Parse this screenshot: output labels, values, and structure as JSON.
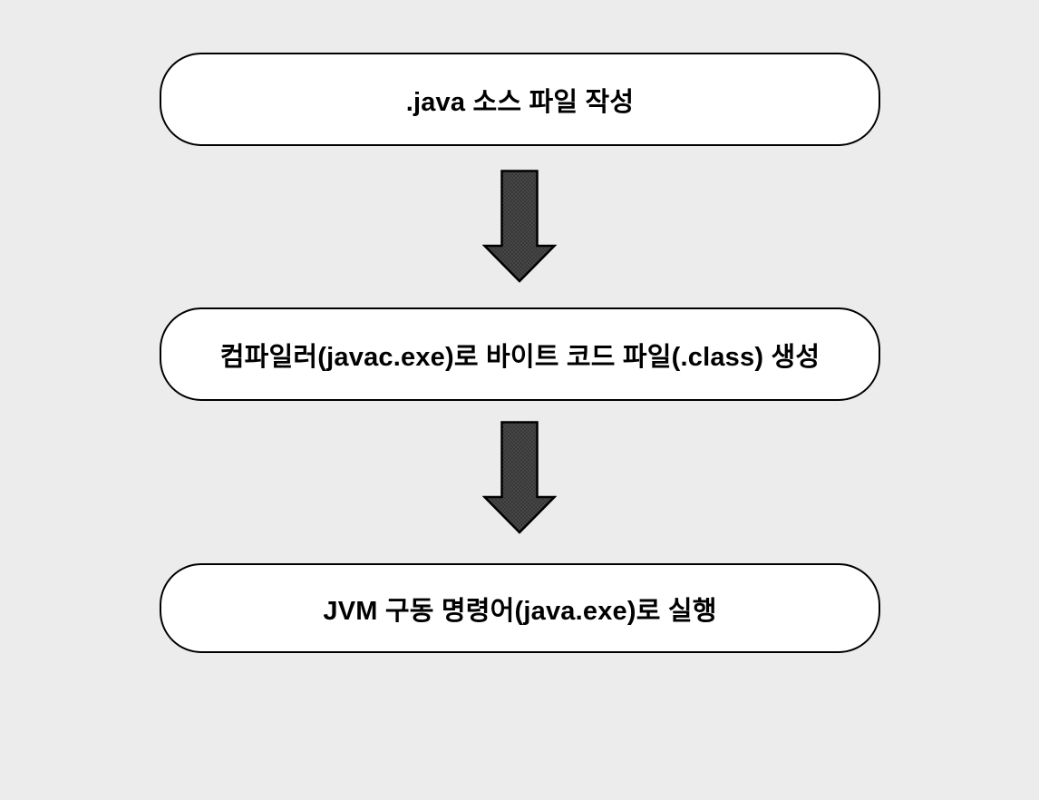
{
  "flow": {
    "title": "java-build-run-process",
    "steps": [
      {
        "label": ".java 소스 파일 작성"
      },
      {
        "label": "컴파일러(javac.exe)로 바이트 코드 파일(.class) 생성"
      },
      {
        "label": "JVM 구동 명령어(java.exe)로 실행"
      }
    ]
  },
  "colors": {
    "background": "#ececec",
    "box_fill": "#ffffff",
    "box_border": "#000000",
    "arrow_fill": "#474747",
    "arrow_dot": "#2d2d2d",
    "arrow_border": "#000000",
    "text": "#000000"
  }
}
